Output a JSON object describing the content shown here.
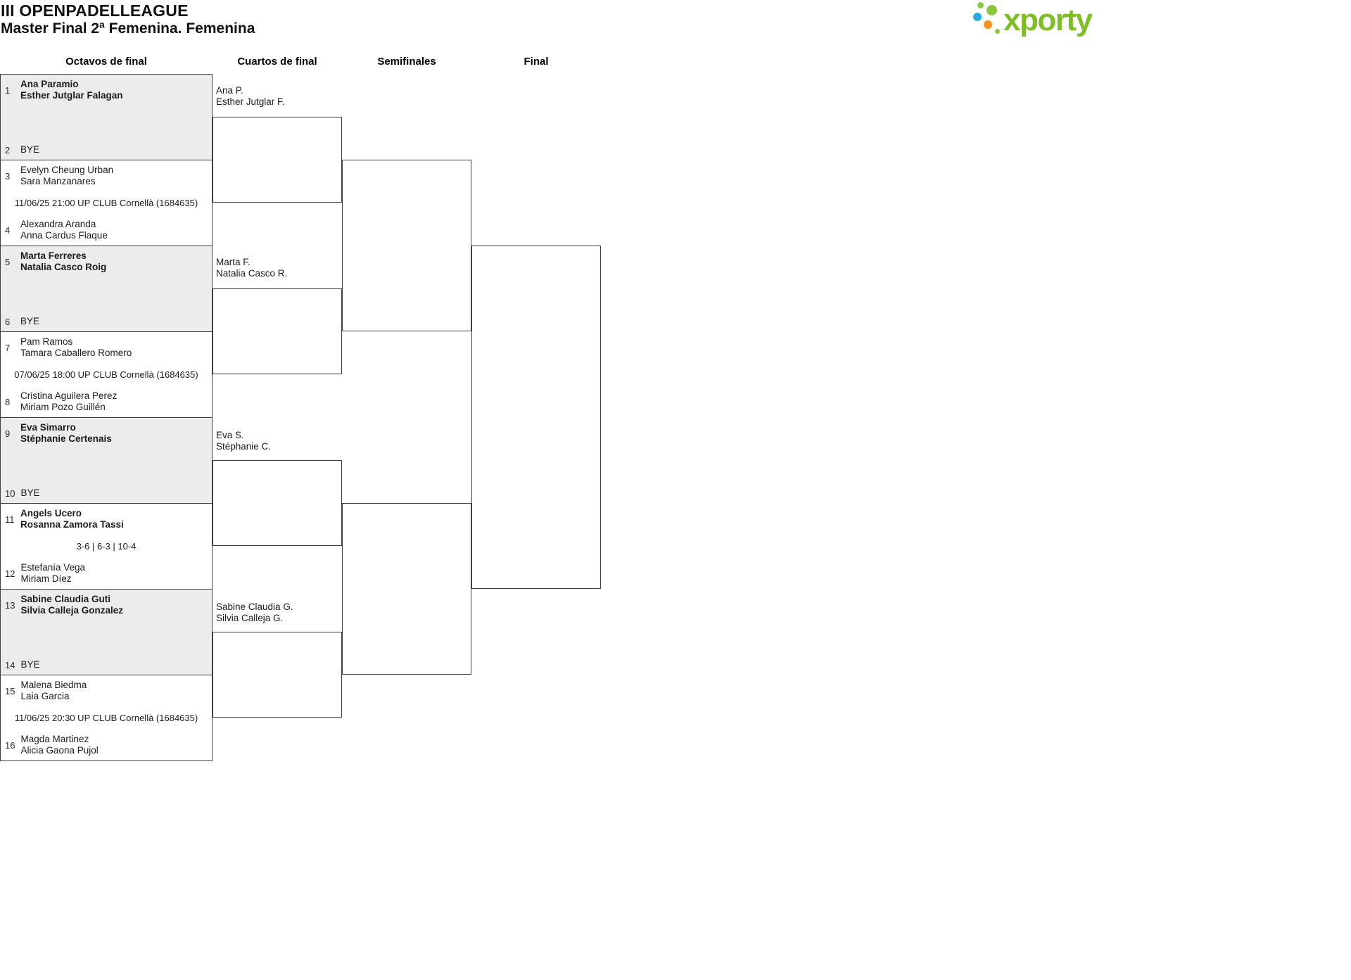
{
  "header": {
    "title": "III OPENPADELLEAGUE",
    "subtitle": "Master Final 2ª Femenina. Femenina"
  },
  "logo": {
    "text": "xporty",
    "green": "#8cc63f",
    "blue": "#29abe2",
    "orange": "#f7931e"
  },
  "rounds": {
    "r16": "Octavos de final",
    "qf": "Cuartos de final",
    "sf": "Semifinales",
    "final": "Final"
  },
  "octavos": [
    {
      "top": {
        "seed": "1",
        "line1": "Ana Paramio",
        "line2": "Esther Jutglar Falagan"
      },
      "middle": "",
      "bottom": {
        "seed": "2",
        "line1": "BYE",
        "line2": ""
      }
    },
    {
      "top": {
        "seed": "3",
        "line1": "Evelyn Cheung Urban",
        "line2": "Sara Manzanares"
      },
      "middle": "11/06/25 21:00 UP CLUB Cornellà (1684635)",
      "bottom": {
        "seed": "4",
        "line1": "Alexandra Aranda",
        "line2": "Anna Cardus Flaque"
      }
    },
    {
      "top": {
        "seed": "5",
        "line1": "Marta Ferreres",
        "line2": "Natalia Casco Roig"
      },
      "middle": "",
      "bottom": {
        "seed": "6",
        "line1": "BYE",
        "line2": ""
      }
    },
    {
      "top": {
        "seed": "7",
        "line1": "Pam Ramos",
        "line2": "Tamara Caballero Romero"
      },
      "middle": "07/06/25 18:00 UP CLUB Cornellà (1684635)",
      "bottom": {
        "seed": "8",
        "line1": "Cristina Aguilera Perez",
        "line2": "Miriam Pozo Guillén"
      }
    },
    {
      "top": {
        "seed": "9",
        "line1": "Eva Simarro",
        "line2": "Stéphanie Certenais"
      },
      "middle": "",
      "bottom": {
        "seed": "10",
        "line1": "BYE",
        "line2": ""
      }
    },
    {
      "top": {
        "seed": "11",
        "line1": "Angels Ucero",
        "line2": "Rosanna Zamora Tassi"
      },
      "middle": "3-6 | 6-3 | 10-4",
      "bottom": {
        "seed": "12",
        "line1": "Estefanía Vega",
        "line2": "Miriam Díez"
      }
    },
    {
      "top": {
        "seed": "13",
        "line1": "Sabine Claudia Guti",
        "line2": "Silvia Calleja Gonzalez"
      },
      "middle": "",
      "bottom": {
        "seed": "14",
        "line1": "BYE",
        "line2": ""
      }
    },
    {
      "top": {
        "seed": "15",
        "line1": "Malena Biedma",
        "line2": "Laia Garcia"
      },
      "middle": "11/06/25 20:30 UP CLUB Cornellà (1684635)",
      "bottom": {
        "seed": "16",
        "line1": "Magda Martinez",
        "line2": "Alicia Gaona Pujol"
      }
    }
  ],
  "cuartos": [
    {
      "line1": "Ana P.",
      "line2": "Esther Jutglar F."
    },
    {
      "line1": "Marta F.",
      "line2": "Natalia Casco R."
    },
    {
      "line1": "Eva S.",
      "line2": "Stéphanie C."
    },
    {
      "line1": "Sabine Claudia G.",
      "line2": "Silvia Calleja G."
    }
  ]
}
